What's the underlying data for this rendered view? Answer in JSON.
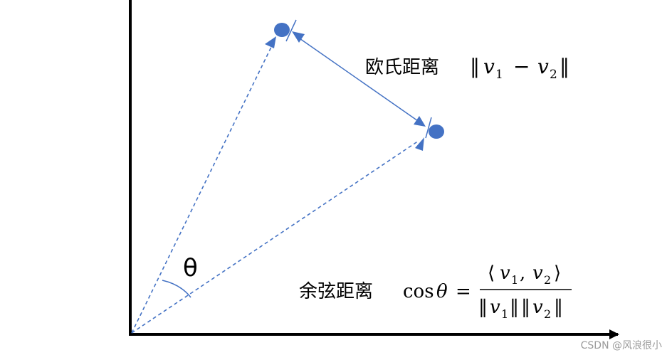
{
  "diagram": {
    "theta_label": "θ",
    "euclidean": {
      "name": "欧氏距离",
      "formula": {
        "open": "‖",
        "v": "v",
        "sub1": "1",
        "minus": "−",
        "sub2": "2",
        "close": "‖"
      }
    },
    "cosine": {
      "name": "余弦距离",
      "cos": "cos",
      "theta": "θ",
      "equals": "=",
      "numerator": {
        "langle": "⟨",
        "v": "v",
        "sub1": "1",
        "comma": ",",
        "sub2": "2",
        "rangle": "⟩"
      },
      "denominator": {
        "bar": "‖",
        "v": "v",
        "sub1": "1",
        "sub2": "2"
      }
    }
  },
  "watermark": "CSDN @风浪很小",
  "colors": {
    "axis": "#000000",
    "vector": "#4472C4",
    "text": "#000000",
    "watermark": "#9a9a9a"
  }
}
